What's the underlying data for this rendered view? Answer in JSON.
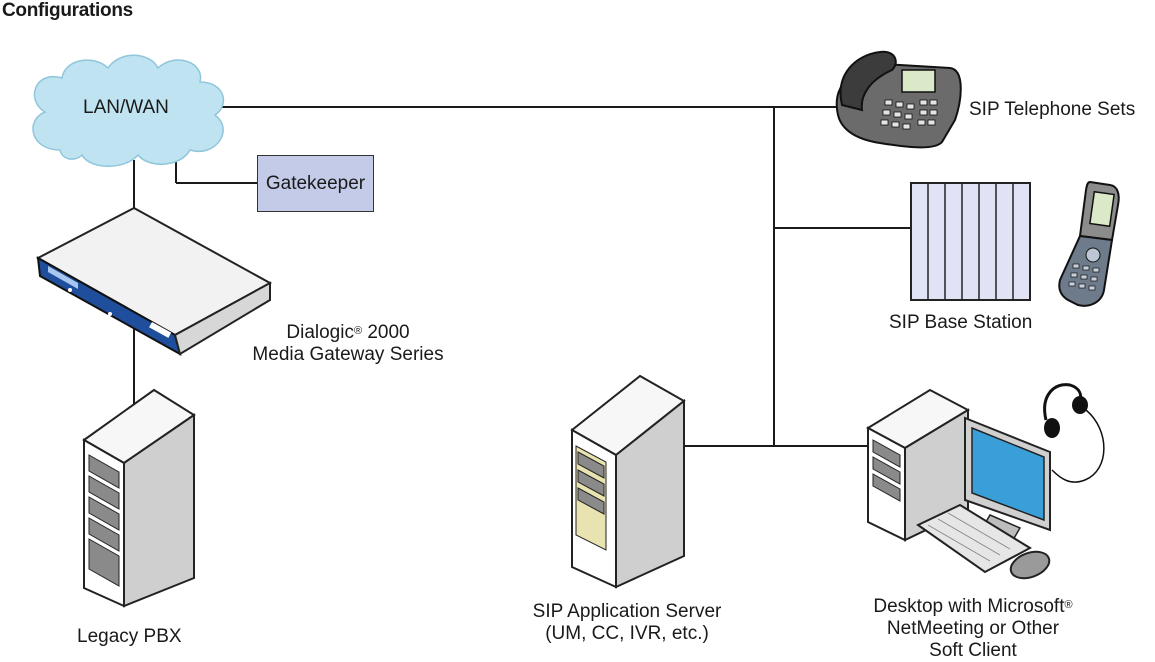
{
  "title": "Configurations",
  "nodes": {
    "lan": "LAN/WAN",
    "gatekeeper": "Gatekeeper",
    "gateway": {
      "line1": "Dialogic",
      "reg": "®",
      "line1b": " 2000",
      "line2": "Media Gateway Series"
    },
    "pbx": "Legacy PBX",
    "app_server": {
      "line1": "SIP Application Server",
      "line2": "(UM, CC, IVR, etc.)"
    },
    "phones": "SIP Telephone Sets",
    "base_station": "SIP Base Station",
    "desktop": {
      "line1": "Desktop with Microsoft",
      "reg": "®",
      "line2": "NetMeeting or Other",
      "line3": "Soft Client"
    }
  },
  "colors": {
    "cloud": "#bfe3f0",
    "gatekeeper": "#c3cbe8",
    "gateway_blue": "#1f4f9c",
    "server_face": "#ffffff",
    "drive_tan": "#e8e3b0",
    "monitor_screen": "#3a9fd8",
    "line": "#1a1a1a"
  },
  "icons": [
    "cloud-icon",
    "gateway-icon",
    "server-icon",
    "phone-icon",
    "base-station-icon",
    "mobile-phone-icon",
    "desktop-icon",
    "headset-icon"
  ]
}
